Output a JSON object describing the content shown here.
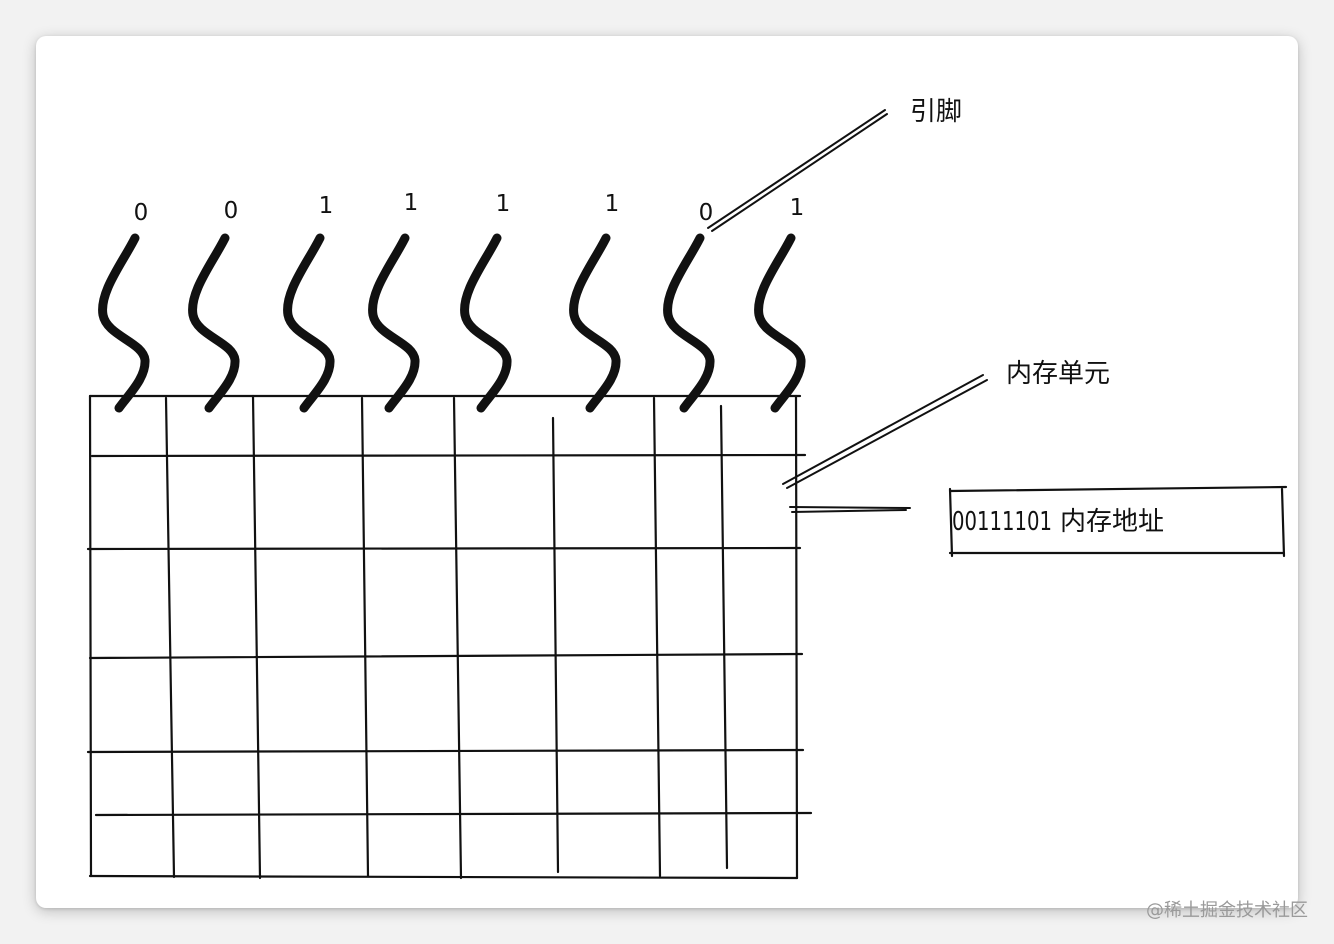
{
  "labels": {
    "pin": "引脚",
    "memory_unit": "内存单元",
    "address_value": "00111101",
    "address_label": "内存地址"
  },
  "bits": [
    "0",
    "0",
    "1",
    "1",
    "1",
    "1",
    "0",
    "1"
  ],
  "watermark": "@稀土掘金技术社区",
  "colors": {
    "ink": "#111111",
    "background": "#ffffff",
    "watermark": "#9a9a9a"
  }
}
